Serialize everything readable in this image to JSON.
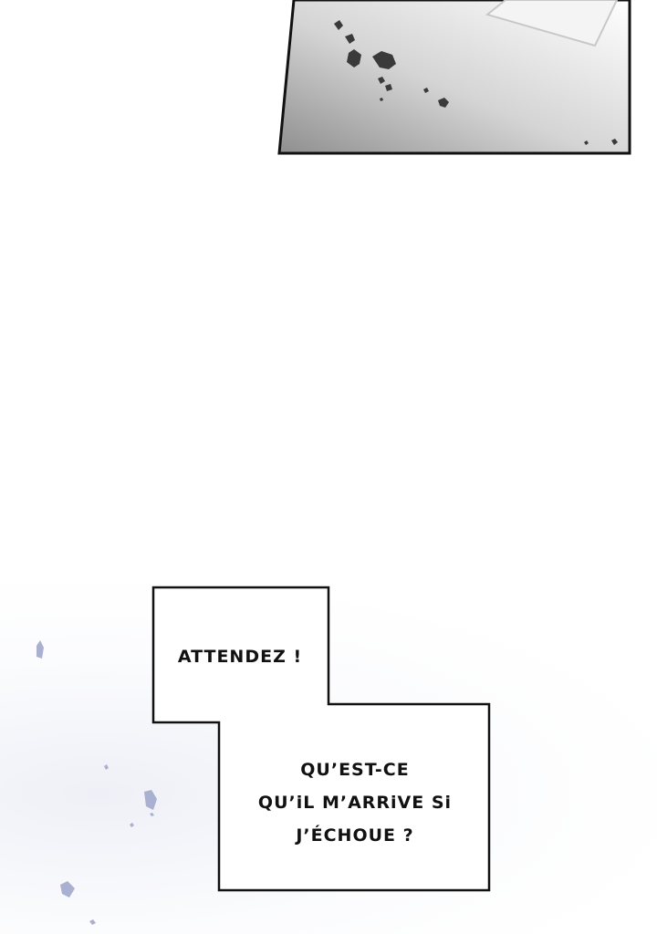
{
  "comic": {
    "bubble_1": {
      "text": "ATTENDEZ !"
    },
    "bubble_2": {
      "lines": [
        "QU’EST-CE",
        "QU’iL M’ARRiVE Si",
        "J’ÉCHOUE ?"
      ]
    }
  },
  "colors": {
    "ink": "#111111",
    "panel_light": "#f7f7f7",
    "panel_dark": "#9a9a9a",
    "flake": "#aab0d0"
  }
}
